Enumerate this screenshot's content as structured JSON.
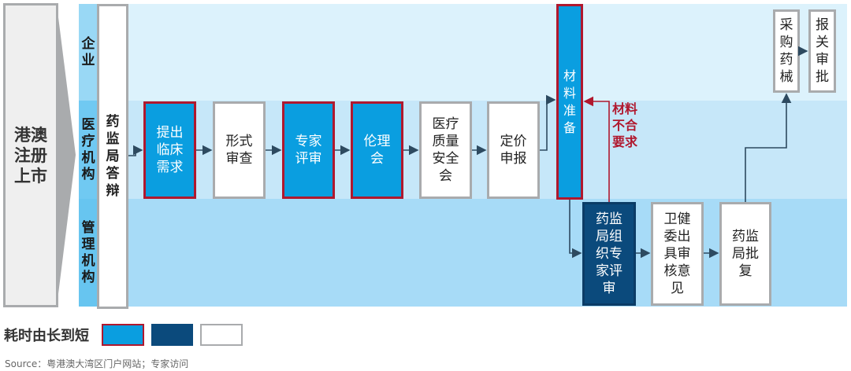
{
  "side_label": "港澳\n注册\n上市",
  "lanes": {
    "enterprise": "企\n业",
    "medical": "医\n疗\n机\n构",
    "admin": "管\n理\n机\n构"
  },
  "defense": "药\n监\n局\n答\n辩",
  "steps": {
    "s1": "提出\n临床\n需求",
    "s2": "形式\n审查",
    "s3": "专家\n评审",
    "s4": "伦理\n会",
    "s5": "医疗\n质量\n安全\n会",
    "s6": "定价\n申报",
    "s7": "材\n料\n准\n备",
    "s8": "药监\n局组\n织专\n家评\n审",
    "s9": "卫健\n委出\n具审\n核意\n见",
    "s10": "药监\n局批\n复",
    "s11": "采\n购\n药\n械",
    "s12": "报\n关\n审\n批"
  },
  "reject_note": "材料\n不合\n要求",
  "legend": {
    "label": "耗时由长到短"
  },
  "source": "Source：粤港澳大湾区门户网站；专家访问",
  "colors": {
    "long": "#0a9ee0",
    "mid": "#0b4a7c",
    "short": "#ffffff",
    "accent_red": "#b0182e"
  }
}
